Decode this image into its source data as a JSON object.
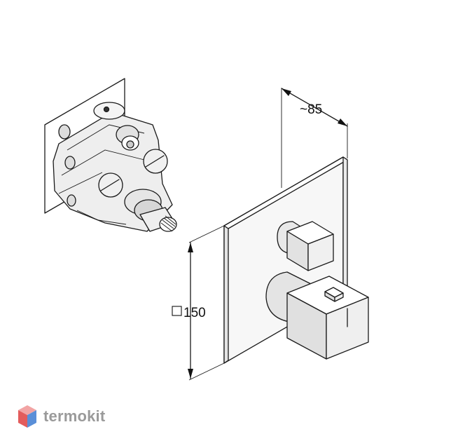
{
  "dimensions": {
    "depth_label": "~85",
    "size_label": "150",
    "size_prefix_symbol": "□"
  },
  "watermark": {
    "brand": "termokit",
    "colors": {
      "text": "#9a9a9a",
      "logo_top": "#f2a4a4",
      "logo_left": "#e35c5c",
      "logo_right": "#5a8fd8"
    }
  },
  "icons": [
    "square-symbol-icon",
    "termokit-logo-icon"
  ]
}
